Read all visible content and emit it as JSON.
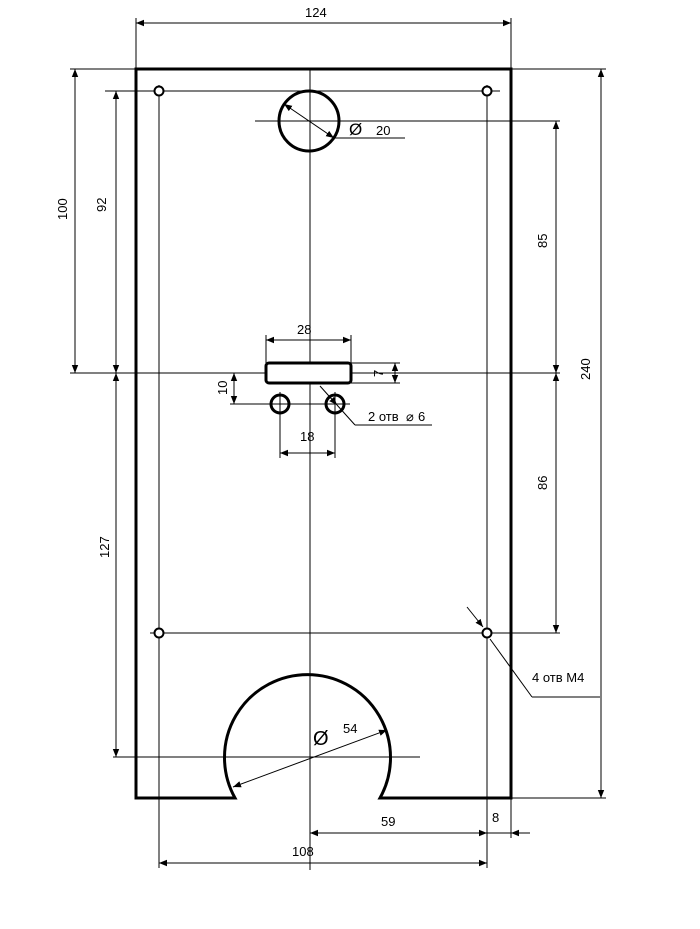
{
  "dimensions": {
    "overall_width": "124",
    "overall_height": "240",
    "height_100": "100",
    "height_92": "92",
    "height_127": "127",
    "top_to_center_85": "85",
    "center_to_bottom_86": "86",
    "slot_length": "28",
    "slot_height": "7",
    "slot_to_holes": "10",
    "holes_spacing": "18",
    "bottom_59": "59",
    "bottom_8": "8",
    "bottom_108": "108"
  },
  "callouts": {
    "top_hole_symbol": "Ø",
    "top_hole_value": "20",
    "small_holes": "2 отв",
    "small_holes_symbol": "⌀",
    "small_holes_value": "6",
    "mount_holes": "4 отв М4",
    "cutout_symbol": "Ø",
    "cutout_value": "54"
  }
}
